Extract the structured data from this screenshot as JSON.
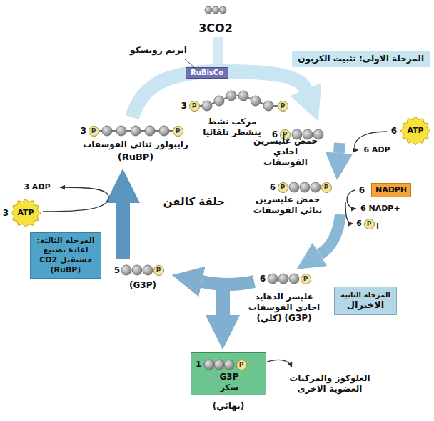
{
  "diagram": {
    "nodes": [
      {
        "text": [
          "المرحلة الاولى: تثبيت الكربون"
        ]
      },
      {
        "text": [
          "RuBisCo"
        ]
      },
      {
        "text": [
          "ATP"
        ]
      },
      {
        "text": [
          "NADPH"
        ]
      },
      {
        "text": [
          "المرحلة الثانية",
          "الاختزال"
        ]
      },
      {
        "text": [
          "المرحلة الثالثة: اعادة تصنيع مستقبل CO2 (RuBP)"
        ]
      },
      {
        "text": [
          "ATP"
        ]
      },
      {
        "text": [
          "1",
          "G3P",
          "سكر"
        ]
      },
      {
        "text": [
          "P"
        ]
      },
      {
        "text": [
          "P"
        ]
      },
      {
        "text": [
          "P"
        ]
      },
      {
        "text": [
          "P"
        ]
      },
      {
        "text": [
          "P"
        ]
      },
      {
        "text": [
          "P"
        ]
      },
      {
        "text": [
          "P"
        ]
      },
      {
        "text": [
          "P"
        ]
      },
      {
        "text": [
          "P"
        ]
      },
      {
        "text": [
          "P"
        ]
      },
      {
        "text": [
          "P"
        ],
        "in": 7
      }
    ],
    "labels": [
      "3CO2",
      "انزيم روبسكو",
      "3",
      "مركب نشط ينشطر تلقائيا",
      "6",
      "حمض غليسرين احادي الفوسفات",
      "6",
      "6 ADP",
      "6",
      "حمض غليسرين ثنائي الفوسفات",
      "6",
      "6 NADP+",
      "6",
      "i",
      "حلقة كالفن",
      "6",
      "غليسر الدهايد احادي الفوسفات (G3P) (كلي)",
      "5",
      "(G3P)",
      "3",
      "3 ADP",
      "3",
      "رايبولوز ثنائي الفوسفات",
      "(RuBP)",
      "(نهائي)",
      "الغلوكوز والمركبات العضوية الاخرى"
    ]
  }
}
